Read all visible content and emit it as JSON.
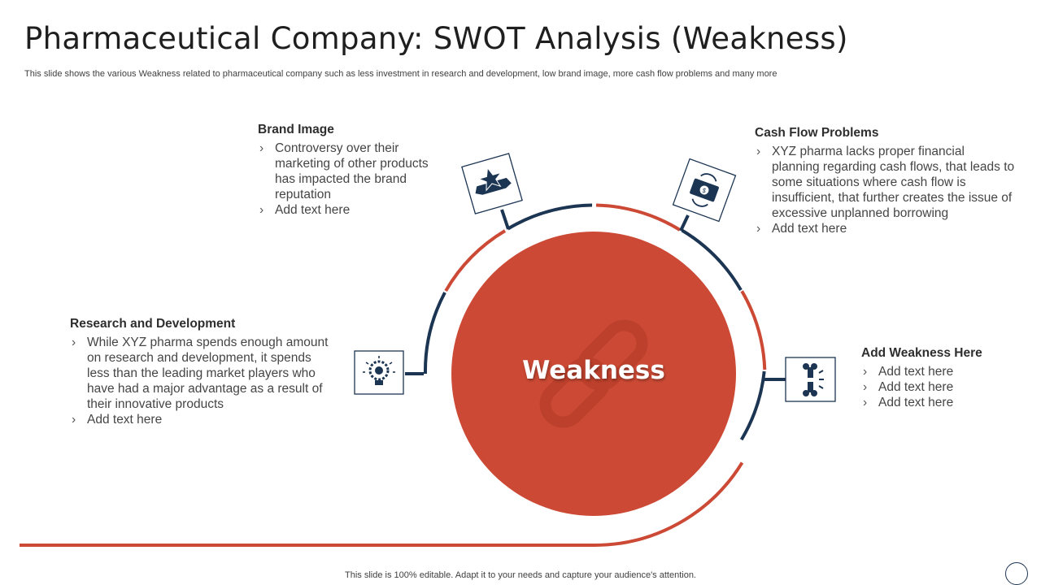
{
  "slide": {
    "title": "Pharmaceutical Company: SWOT Analysis (Weakness)",
    "subtitle": "This slide shows the various Weakness related to pharmaceutical company such as less investment in research and development, low brand image, more cash flow problems and many more",
    "center_label": "Weakness",
    "footer": "This slide is 100% editable. Adapt it to your needs and capture your audience's attention."
  },
  "colors": {
    "accent": "#CC4A35",
    "navy": "#1C3553",
    "text": "#3A3A3A"
  },
  "sections": {
    "brand_image": {
      "heading": "Brand Image",
      "icon": "star-banner-icon",
      "bullets": [
        "Controversy over their marketing of other products has impacted the brand reputation",
        "Add text here"
      ]
    },
    "cash_flow": {
      "heading": "Cash Flow Problems",
      "icon": "cash-flow-icon",
      "bullets": [
        "XYZ pharma lacks proper financial planning regarding cash flows, that leads to some situations where cash flow is insufficient, that further creates the issue of excessive unplanned borrowing",
        "Add text here"
      ]
    },
    "research": {
      "heading": "Research and Development",
      "icon": "lightbulb-gear-icon",
      "bullets": [
        "While XYZ pharma spends enough amount on research and development, it spends less than the leading market players who have had a major advantage as a result of their innovative products",
        "Add text here"
      ]
    },
    "add_weakness": {
      "heading": "Add Weakness Here",
      "icon": "broken-bone-icon",
      "bullets": [
        "Add text here",
        "Add text here",
        "Add text here"
      ]
    }
  }
}
